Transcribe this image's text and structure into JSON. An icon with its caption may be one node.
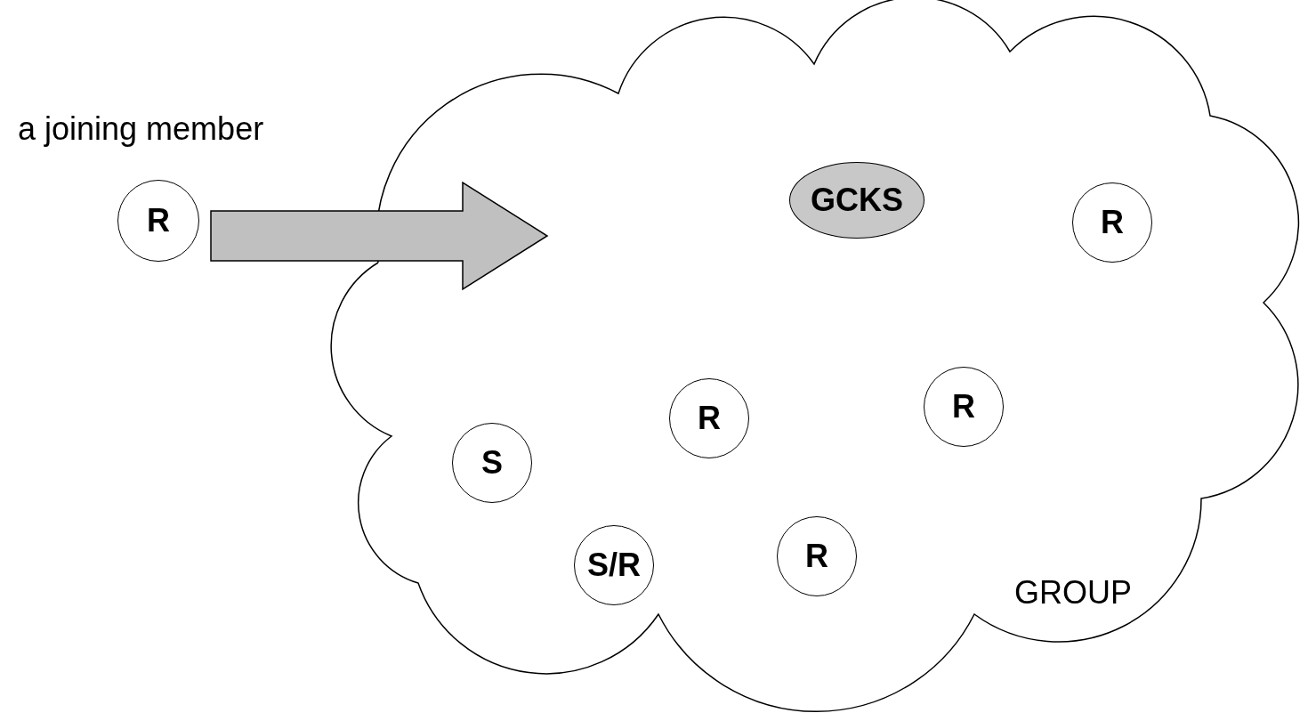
{
  "diagram": {
    "nodes": [
      {
        "text": [
          "R"
        ],
        "beside": [
          "a joining member"
        ]
      },
      {
        "text": [
          "GROUP"
        ]
      },
      {
        "text": [
          "GCKS"
        ],
        "in": 1
      },
      {
        "text": [
          "R"
        ],
        "in": 1
      },
      {
        "text": [
          "R"
        ],
        "in": 1
      },
      {
        "text": [
          "R"
        ],
        "in": 1
      },
      {
        "text": [
          "S"
        ],
        "in": 1
      },
      {
        "text": [
          "S/R"
        ],
        "in": 1
      },
      {
        "text": [
          "R"
        ],
        "in": 1
      }
    ],
    "edges": [
      {
        "from": 0,
        "to": 1,
        "arrow": "to",
        "style": "thick"
      }
    ]
  }
}
